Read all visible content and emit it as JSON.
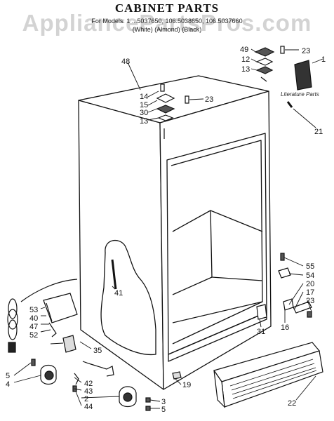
{
  "diagram": {
    "title": "CABINET PARTS",
    "subtitle_line1": "For Models: 1 ...5037650, 106.5038650, 106.5037660",
    "subtitle_line2": "(White)  (Almond)  (Black)",
    "watermark": "AppliancePartsPros.com",
    "literature_label": "Literature Parts",
    "callouts": [
      {
        "id": "c48",
        "label": "48"
      },
      {
        "id": "c14",
        "label": "14"
      },
      {
        "id": "c15",
        "label": "15"
      },
      {
        "id": "c30",
        "label": "30"
      },
      {
        "id": "c13a",
        "label": "13"
      },
      {
        "id": "c23a",
        "label": "23"
      },
      {
        "id": "c49",
        "label": "49"
      },
      {
        "id": "c12",
        "label": "12"
      },
      {
        "id": "c13b",
        "label": "13"
      },
      {
        "id": "c23b",
        "label": "23"
      },
      {
        "id": "c1",
        "label": "1"
      },
      {
        "id": "c21",
        "label": "21"
      },
      {
        "id": "c41",
        "label": "41"
      },
      {
        "id": "c53",
        "label": "53"
      },
      {
        "id": "c40",
        "label": "40"
      },
      {
        "id": "c47",
        "label": "47"
      },
      {
        "id": "c52",
        "label": "52"
      },
      {
        "id": "c35",
        "label": "35"
      },
      {
        "id": "c5a",
        "label": "5"
      },
      {
        "id": "c4",
        "label": "4"
      },
      {
        "id": "c42",
        "label": "42"
      },
      {
        "id": "c43",
        "label": "43"
      },
      {
        "id": "c2",
        "label": "2"
      },
      {
        "id": "c44",
        "label": "44"
      },
      {
        "id": "c19",
        "label": "19"
      },
      {
        "id": "c3",
        "label": "3"
      },
      {
        "id": "c5b",
        "label": "5"
      },
      {
        "id": "c31",
        "label": "31"
      },
      {
        "id": "c55",
        "label": "55"
      },
      {
        "id": "c54",
        "label": "54"
      },
      {
        "id": "c20",
        "label": "20"
      },
      {
        "id": "c17",
        "label": "17"
      },
      {
        "id": "c23c",
        "label": "23"
      },
      {
        "id": "c16",
        "label": "16"
      },
      {
        "id": "c22",
        "label": "22"
      }
    ]
  }
}
